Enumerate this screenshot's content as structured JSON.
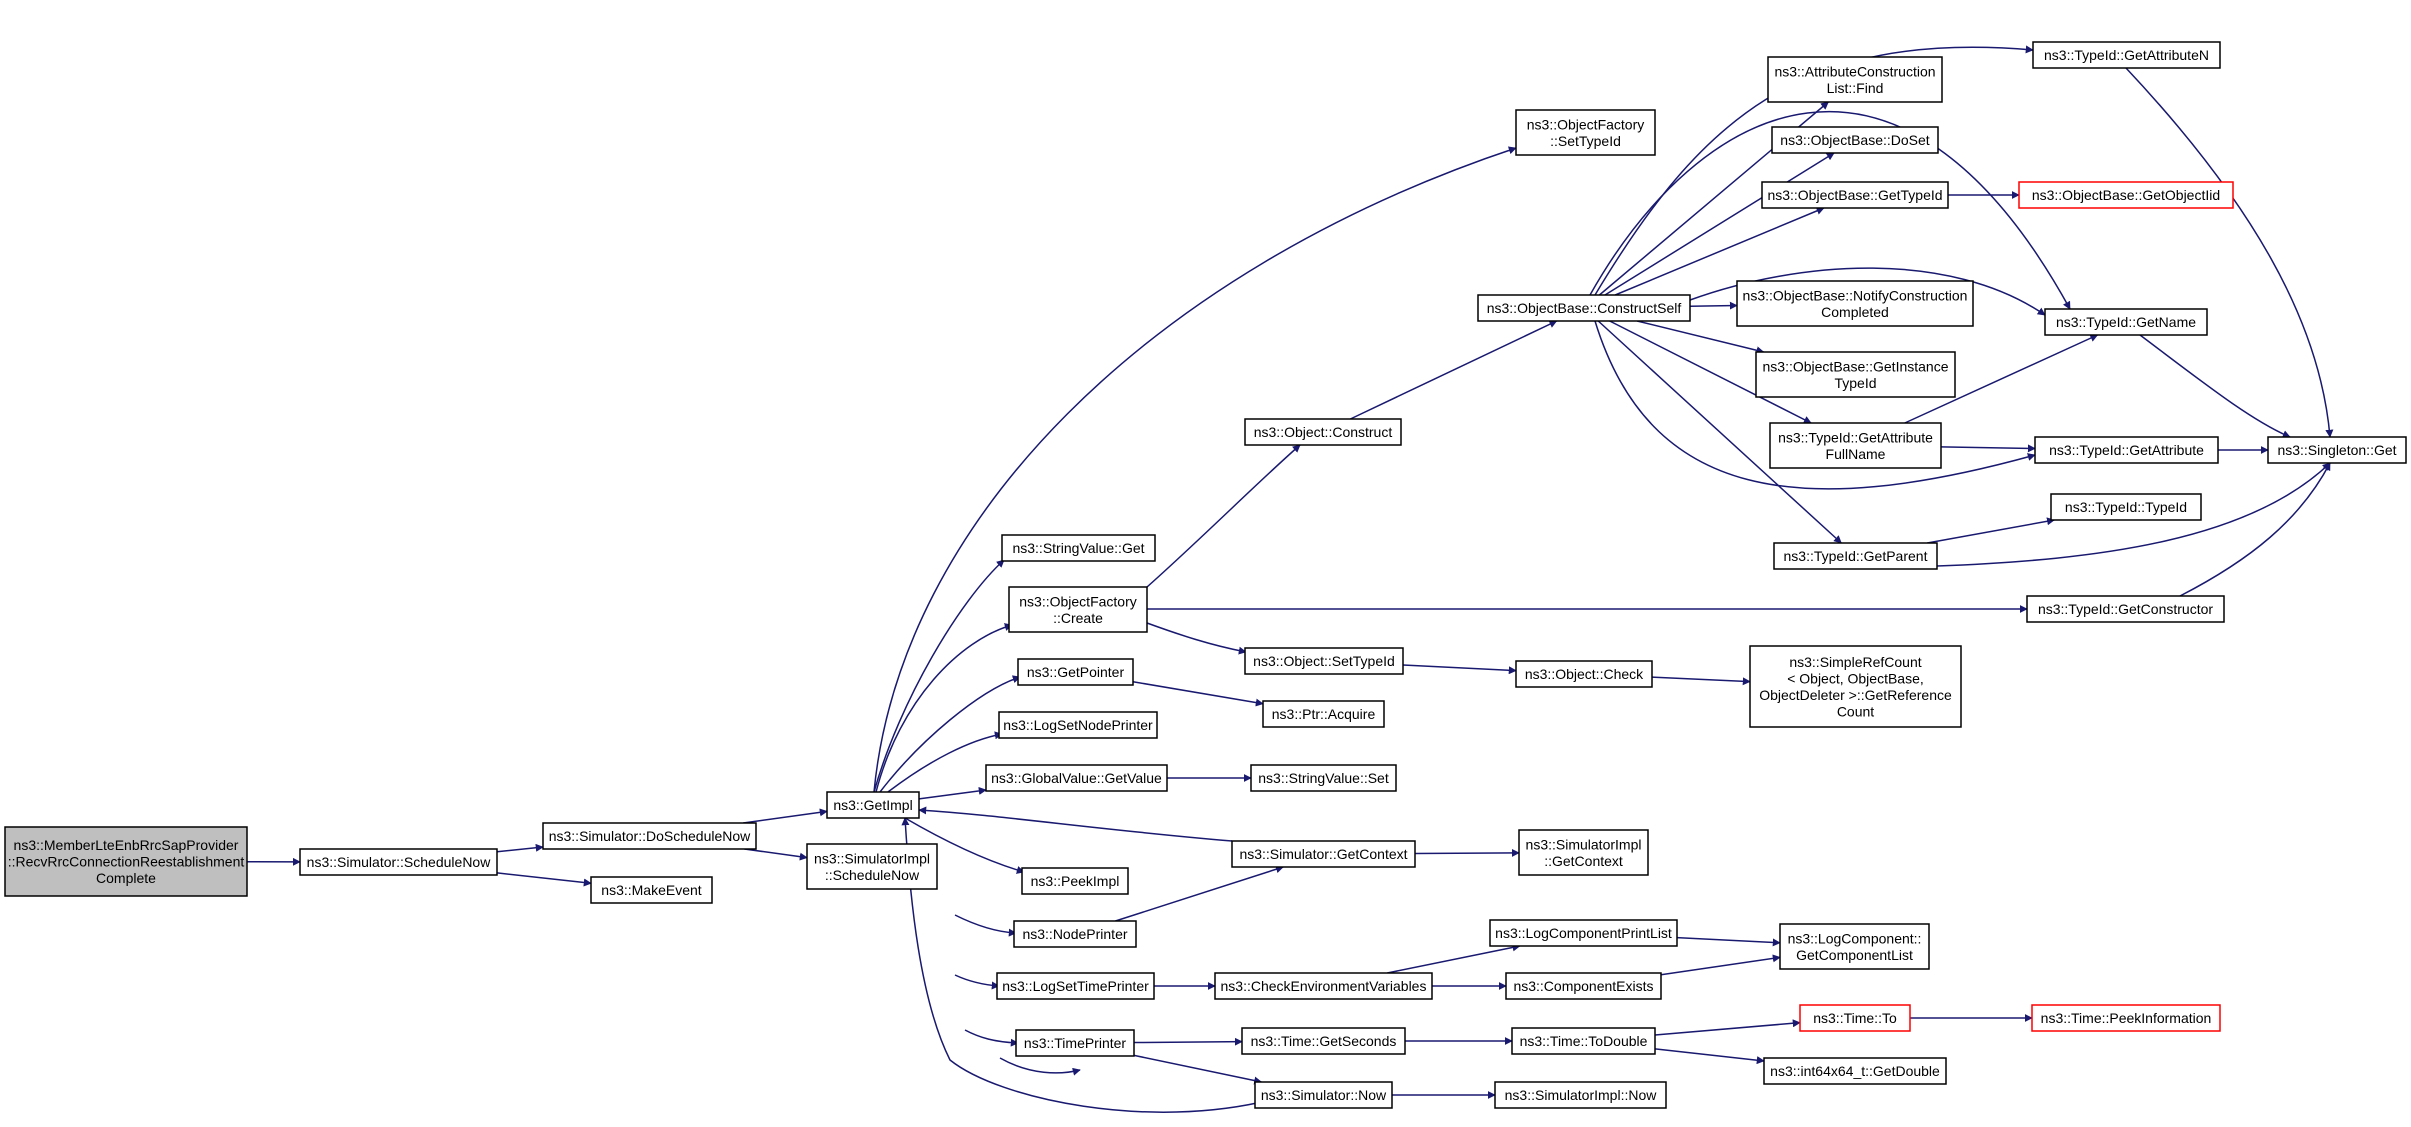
{
  "colors": {
    "edge": "#191970",
    "node_border": "#000000",
    "node_fill": "#ffffff",
    "root_fill": "#bfbfbf",
    "truncated_border": "#ff0000"
  },
  "nodes": {
    "root": {
      "lines": [
        "ns3::MemberLteEnbRrcSapProvider",
        "::RecvRrcConnectionReestablishment",
        "Complete"
      ],
      "style": "root"
    },
    "scheduleNow": {
      "lines": [
        "ns3::Simulator::ScheduleNow"
      ],
      "style": "normal"
    },
    "doScheduleNow": {
      "lines": [
        "ns3::Simulator::DoScheduleNow"
      ],
      "style": "normal"
    },
    "makeEvent": {
      "lines": [
        "ns3::MakeEvent"
      ],
      "style": "normal"
    },
    "getImpl": {
      "lines": [
        "ns3::GetImpl"
      ],
      "style": "normal"
    },
    "simImplScheduleNow": {
      "lines": [
        "ns3::SimulatorImpl",
        "::ScheduleNow"
      ],
      "style": "normal"
    },
    "ofSetTypeId": {
      "lines": [
        "ns3::ObjectFactory",
        "::SetTypeId"
      ],
      "style": "normal"
    },
    "stringValueGet": {
      "lines": [
        "ns3::StringValue::Get"
      ],
      "style": "normal"
    },
    "ofCreate": {
      "lines": [
        "ns3::ObjectFactory",
        "::Create"
      ],
      "style": "normal"
    },
    "getPointer": {
      "lines": [
        "ns3::GetPointer"
      ],
      "style": "normal"
    },
    "logSetNodePrinter": {
      "lines": [
        "ns3::LogSetNodePrinter"
      ],
      "style": "normal"
    },
    "gvGetValue": {
      "lines": [
        "ns3::GlobalValue::GetValue"
      ],
      "style": "normal"
    },
    "peekImpl": {
      "lines": [
        "ns3::PeekImpl"
      ],
      "style": "normal"
    },
    "nodePrinter": {
      "lines": [
        "ns3::NodePrinter"
      ],
      "style": "normal"
    },
    "logSetTimePrinter": {
      "lines": [
        "ns3::LogSetTimePrinter"
      ],
      "style": "normal"
    },
    "timePrinter": {
      "lines": [
        "ns3::TimePrinter"
      ],
      "style": "normal"
    },
    "objectConstruct": {
      "lines": [
        "ns3::Object::Construct"
      ],
      "style": "normal"
    },
    "objectSetTypeId": {
      "lines": [
        "ns3::Object::SetTypeId"
      ],
      "style": "normal"
    },
    "ptrAcquire": {
      "lines": [
        "ns3::Ptr::Acquire"
      ],
      "style": "normal"
    },
    "stringValueSet": {
      "lines": [
        "ns3::StringValue::Set"
      ],
      "style": "normal"
    },
    "simGetContext": {
      "lines": [
        "ns3::Simulator::GetContext"
      ],
      "style": "normal"
    },
    "checkEnv": {
      "lines": [
        "ns3::CheckEnvironmentVariables"
      ],
      "style": "normal"
    },
    "timeGetSeconds": {
      "lines": [
        "ns3::Time::GetSeconds"
      ],
      "style": "normal"
    },
    "simNow": {
      "lines": [
        "ns3::Simulator::Now"
      ],
      "style": "normal"
    },
    "constructSelf": {
      "lines": [
        "ns3::ObjectBase::ConstructSelf"
      ],
      "style": "normal"
    },
    "objectCheck": {
      "lines": [
        "ns3::Object::Check"
      ],
      "style": "normal"
    },
    "simImplGetContext": {
      "lines": [
        "ns3::SimulatorImpl",
        "::GetContext"
      ],
      "style": "normal"
    },
    "logCompPrintList": {
      "lines": [
        "ns3::LogComponentPrintList"
      ],
      "style": "normal"
    },
    "componentExists": {
      "lines": [
        "ns3::ComponentExists"
      ],
      "style": "normal"
    },
    "timeToDouble": {
      "lines": [
        "ns3::Time::ToDouble"
      ],
      "style": "normal"
    },
    "simImplNow": {
      "lines": [
        "ns3::SimulatorImpl::Now"
      ],
      "style": "normal"
    },
    "acListFind": {
      "lines": [
        "ns3::AttributeConstruction",
        "List::Find"
      ],
      "style": "normal"
    },
    "obDoSet": {
      "lines": [
        "ns3::ObjectBase::DoSet"
      ],
      "style": "normal"
    },
    "obGetTypeId": {
      "lines": [
        "ns3::ObjectBase::GetTypeId"
      ],
      "style": "normal"
    },
    "obNotifyConstruction": {
      "lines": [
        "ns3::ObjectBase::NotifyConstruction",
        "Completed"
      ],
      "style": "normal"
    },
    "obGetInstanceTypeId": {
      "lines": [
        "ns3::ObjectBase::GetInstance",
        "TypeId"
      ],
      "style": "normal"
    },
    "tidGetAttributeFullName": {
      "lines": [
        "ns3::TypeId::GetAttribute",
        "FullName"
      ],
      "style": "normal"
    },
    "tidGetParent": {
      "lines": [
        "ns3::TypeId::GetParent"
      ],
      "style": "normal"
    },
    "simpleRefCount": {
      "lines": [
        "ns3::SimpleRefCount",
        "< Object, ObjectBase,",
        "ObjectDeleter >::GetReference",
        "Count"
      ],
      "style": "normal"
    },
    "logCompGetList": {
      "lines": [
        "ns3::LogComponent::",
        "GetComponentList"
      ],
      "style": "normal"
    },
    "timeTo": {
      "lines": [
        "ns3::Time::To"
      ],
      "style": "truncated"
    },
    "int64GetDouble": {
      "lines": [
        "ns3::int64x64_t::GetDouble"
      ],
      "style": "normal"
    },
    "tidGetAttributeN": {
      "lines": [
        "ns3::TypeId::GetAttributeN"
      ],
      "style": "normal"
    },
    "obGetObjectIid": {
      "lines": [
        "ns3::ObjectBase::GetObjectIid"
      ],
      "style": "truncated"
    },
    "tidGetName": {
      "lines": [
        "ns3::TypeId::GetName"
      ],
      "style": "normal"
    },
    "tidGetAttribute": {
      "lines": [
        "ns3::TypeId::GetAttribute"
      ],
      "style": "normal"
    },
    "tidTypeId": {
      "lines": [
        "ns3::TypeId::TypeId"
      ],
      "style": "normal"
    },
    "tidGetConstructor": {
      "lines": [
        "ns3::TypeId::GetConstructor"
      ],
      "style": "normal"
    },
    "timePeekInformation": {
      "lines": [
        "ns3::Time::PeekInformation"
      ],
      "style": "truncated"
    },
    "singletonGet": {
      "lines": [
        "ns3::Singleton::Get"
      ],
      "style": "normal"
    }
  }
}
